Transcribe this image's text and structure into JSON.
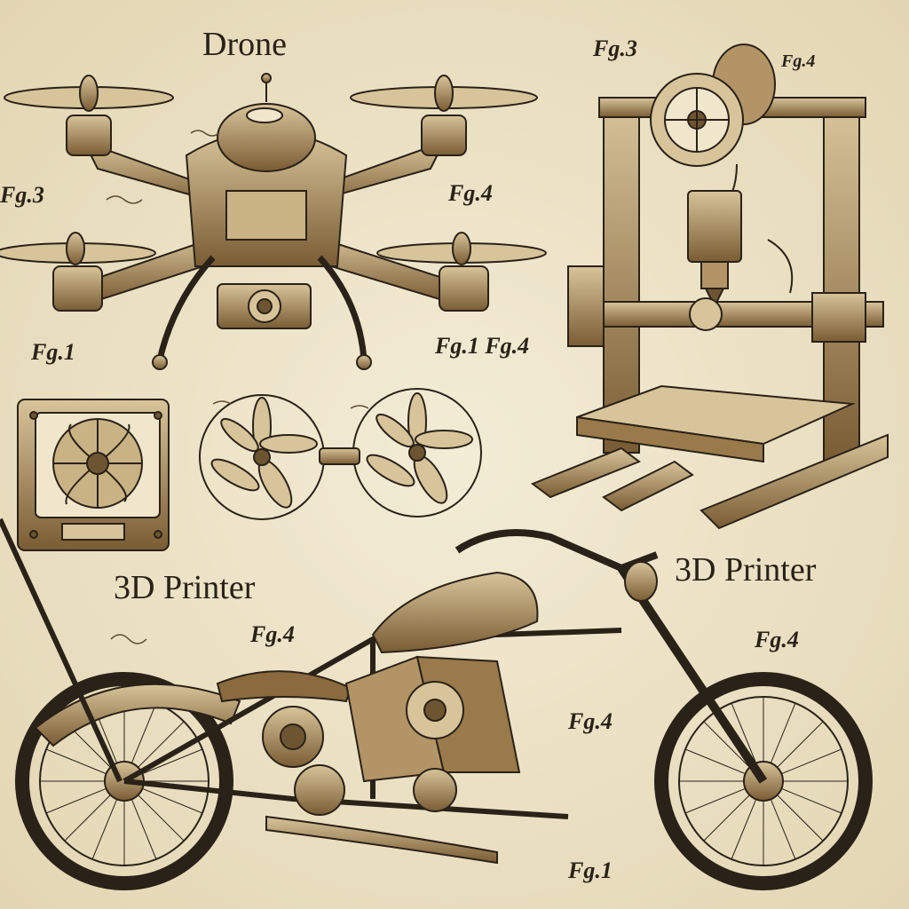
{
  "titles": {
    "drone": "Drone",
    "printer_left": "3D Printer",
    "printer_right": "3D Printer"
  },
  "figures": {
    "fig_3_top": "Fg.3",
    "fig_4_top_right": "Fg.4",
    "fig_3_left": "Fg.3",
    "fig_4_drone_right": "Fg.4",
    "fig_1_drone_left": "Fg.1",
    "fig_1_fig_4_mid": "Fg.1 Fg.4",
    "fig_4_moto_left": "Fg.4",
    "fig_4_moto_right": "Fg.4",
    "fig_4_moto_mid": "Fg.4",
    "fig_1_bottom": "Fg.1"
  },
  "colors": {
    "paper": "#efe6cc",
    "ink": "#2a2218",
    "brass": "#9a7a4a",
    "shade": "#6e5532",
    "light": "#d8c49a"
  }
}
